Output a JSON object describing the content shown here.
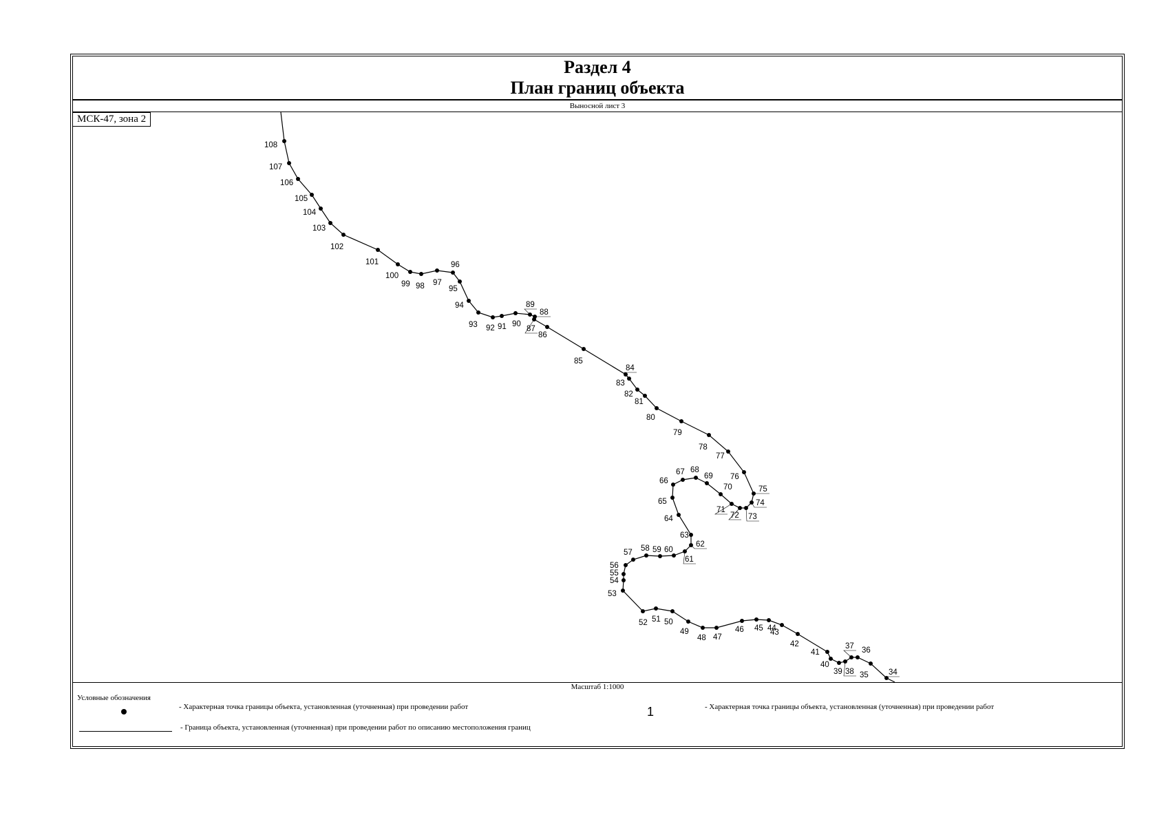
{
  "title": {
    "line1": "Раздел 4",
    "line2": "План границ объекта"
  },
  "sheet_label": "Выносной лист 3",
  "crs_label": "МСК-47, зона 2",
  "scale_label": "Масштаб 1:1000",
  "legend": {
    "title": "Условные обозначения",
    "point_text": "- Характерная точка границы объекта, установленная (уточненная) при проведении работ",
    "line_text": "- Граница объекта, установленная (уточненная) при проведении работ по описанию местоположения границ",
    "point_text_2": "- Характерная точка границы объекта, установленная (уточненная) при проведении работ"
  },
  "page_number": "1",
  "points": [
    {
      "id": "108"
    },
    {
      "id": "107"
    },
    {
      "id": "106"
    },
    {
      "id": "105"
    },
    {
      "id": "104"
    },
    {
      "id": "103"
    },
    {
      "id": "102"
    },
    {
      "id": "101"
    },
    {
      "id": "100"
    },
    {
      "id": "99"
    },
    {
      "id": "98"
    },
    {
      "id": "97"
    },
    {
      "id": "96"
    },
    {
      "id": "95"
    },
    {
      "id": "94"
    },
    {
      "id": "93"
    },
    {
      "id": "92"
    },
    {
      "id": "91"
    },
    {
      "id": "90"
    },
    {
      "id": "89"
    },
    {
      "id": "88"
    },
    {
      "id": "87"
    },
    {
      "id": "86"
    },
    {
      "id": "85"
    },
    {
      "id": "84"
    },
    {
      "id": "83"
    },
    {
      "id": "82"
    },
    {
      "id": "81"
    },
    {
      "id": "80"
    },
    {
      "id": "79"
    },
    {
      "id": "78"
    },
    {
      "id": "77"
    },
    {
      "id": "76"
    },
    {
      "id": "75"
    },
    {
      "id": "74"
    },
    {
      "id": "73"
    },
    {
      "id": "72"
    },
    {
      "id": "71"
    },
    {
      "id": "70"
    },
    {
      "id": "69"
    },
    {
      "id": "68"
    },
    {
      "id": "67"
    },
    {
      "id": "66"
    },
    {
      "id": "65"
    },
    {
      "id": "64"
    },
    {
      "id": "63"
    },
    {
      "id": "62"
    },
    {
      "id": "61"
    },
    {
      "id": "60"
    },
    {
      "id": "59"
    },
    {
      "id": "58"
    },
    {
      "id": "57"
    },
    {
      "id": "56"
    },
    {
      "id": "55"
    },
    {
      "id": "54"
    },
    {
      "id": "53"
    },
    {
      "id": "52"
    },
    {
      "id": "51"
    },
    {
      "id": "50"
    },
    {
      "id": "49"
    },
    {
      "id": "48"
    },
    {
      "id": "47"
    },
    {
      "id": "46"
    },
    {
      "id": "45"
    },
    {
      "id": "44"
    },
    {
      "id": "43"
    },
    {
      "id": "42"
    },
    {
      "id": "41"
    },
    {
      "id": "40"
    },
    {
      "id": "39"
    },
    {
      "id": "38"
    },
    {
      "id": "37"
    },
    {
      "id": "36"
    },
    {
      "id": "35"
    },
    {
      "id": "34"
    }
  ]
}
